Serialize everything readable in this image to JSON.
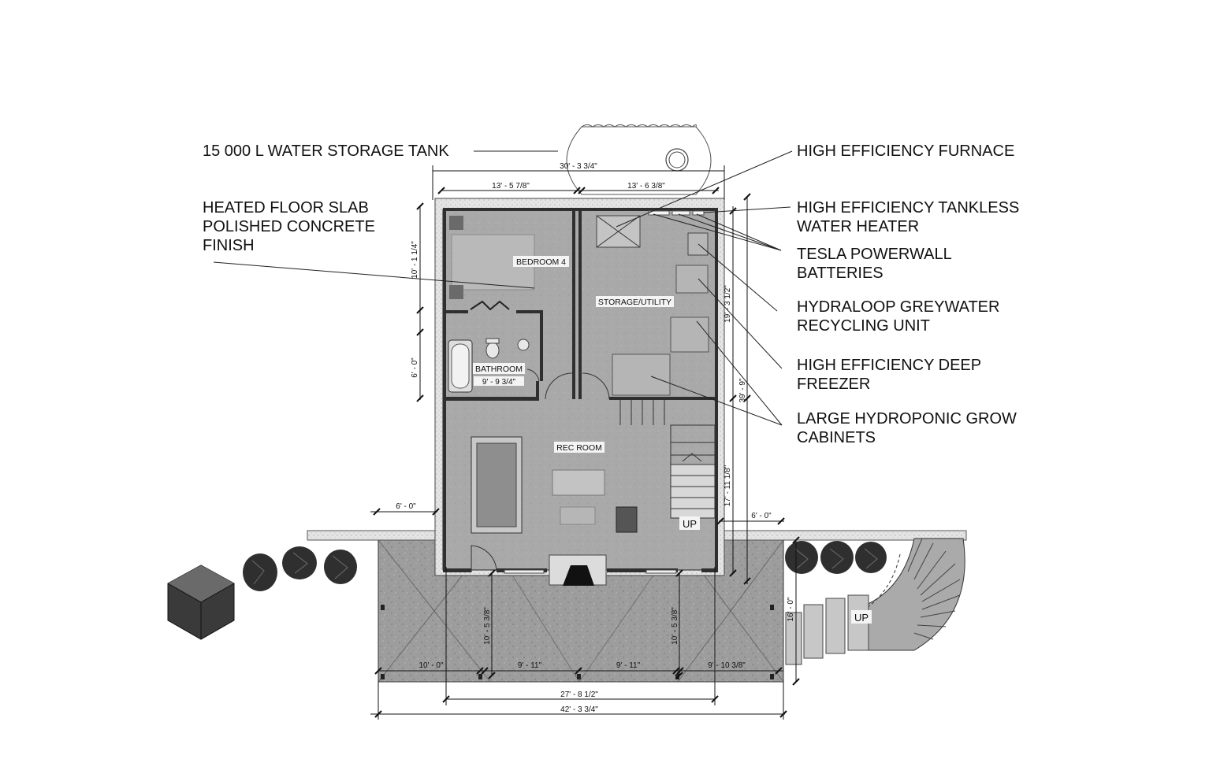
{
  "callouts": {
    "water_tank": "15 000 L WATER STORAGE TANK",
    "floor_slab": [
      "HEATED FLOOR SLAB",
      "POLISHED CONCRETE",
      "FINISH"
    ],
    "furnace": "HIGH EFFICIENCY FURNACE",
    "tankless": [
      "HIGH EFFICIENCY TANKLESS",
      "WATER HEATER"
    ],
    "powerwall": [
      "TESLA POWERWALL",
      "BATTERIES"
    ],
    "hydraloop": [
      "HYDRALOOP GREYWATER",
      "RECYCLING UNIT"
    ],
    "freezer": [
      "HIGH EFFICIENCY DEEP",
      "FREEZER"
    ],
    "grow": [
      "LARGE HYDROPONIC GROW",
      "CABINETS"
    ]
  },
  "rooms": {
    "bedroom": "BEDROOM 4",
    "storage": "STORAGE/UTILITY",
    "bathroom": "BATHROOM",
    "rec": "REC ROOM",
    "up_stair": "UP",
    "up_ext": "UP"
  },
  "dimensions": {
    "tank_width": "30' - 3 3/4\"",
    "top_left": "13' - 5 7/8\"",
    "top_right": "13' - 6 3/8\"",
    "left_upper": "10' - 1 1/4\"",
    "left_lower": "6' - 0\"",
    "bath_width": "9' - 9 3/4\"",
    "right_upper": "19' - 3 1/2\"",
    "right_total": "39' - 9\"",
    "right_lower": "17' - 11 1/8\"",
    "patio_left": "6' - 0\"",
    "patio_right": "6' - 0\"",
    "patio_depth_left": "10' - 5 3/8\"",
    "patio_depth_right": "10' - 5 3/8\"",
    "ext_depth": "16' - 0\"",
    "seg1": "10' - 0\"",
    "seg2": "9' - 11\"",
    "seg3": "9' - 11\"",
    "seg4": "9' - 10 3/8\"",
    "house_width": "27' - 8 1/2\"",
    "overall_width": "42' - 3 3/4\""
  }
}
